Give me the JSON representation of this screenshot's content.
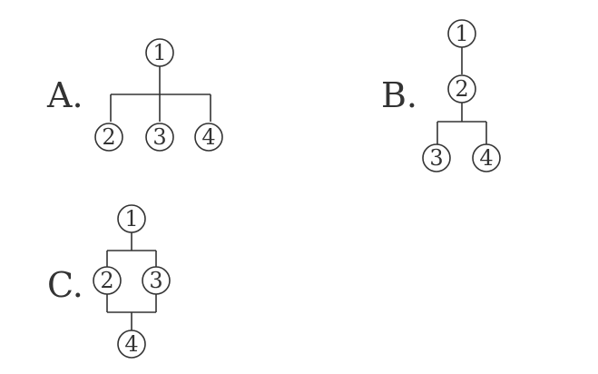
{
  "options": [
    {
      "letter": "A.",
      "nodes": [
        "1",
        "2",
        "3",
        "4"
      ]
    },
    {
      "letter": "B.",
      "nodes": [
        "1",
        "2",
        "3",
        "4"
      ]
    },
    {
      "letter": "C.",
      "nodes": [
        "1",
        "2",
        "3",
        "4"
      ]
    }
  ]
}
